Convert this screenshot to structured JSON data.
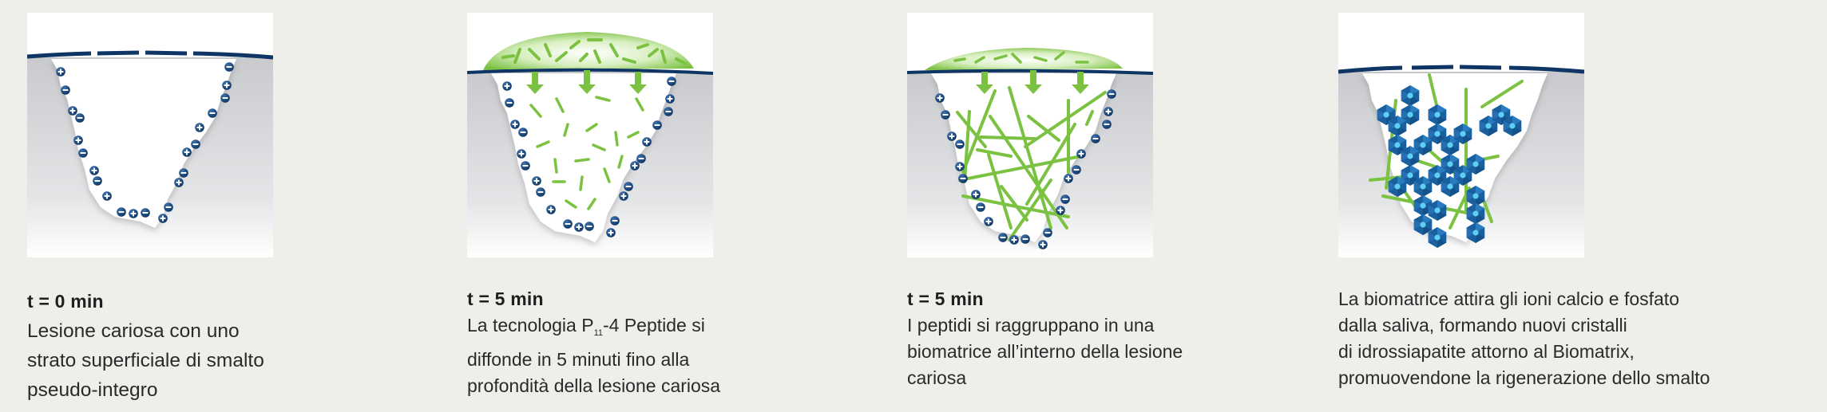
{
  "colors": {
    "background": "#efeeeb",
    "enamel_line": "#0e3564",
    "peptide_green": "#7cc242",
    "charge_navy": "#0d3a6e",
    "crystal_blue": "#1f6fb0",
    "crystal_center": "#5fd0f5"
  },
  "panels": [
    {
      "title": "t = 0 min",
      "body_lines": [
        "Lesione cariosa con uno",
        "strato superficiale di smalto",
        "pseudo-integro"
      ],
      "figure": "carious-lesion-with-charges"
    },
    {
      "title": "t = 5 min",
      "body_pre": "La tecnologia P",
      "body_sub": "11",
      "body_post": "-4 Peptide si",
      "body_lines": [
        "diffonde in 5 minuti fino alla",
        "profondità della lesione cariosa"
      ],
      "figure": "peptide-diffusion-into-lesion"
    },
    {
      "title": "t = 5 min",
      "body_lines": [
        "I peptidi si raggruppano in una",
        "biomatrice all’interno della lesione",
        "cariosa"
      ],
      "figure": "peptide-biomatrix-fibers"
    },
    {
      "title": "",
      "body_lines": [
        "La biomatrice attira gli ioni calcio e fosfato",
        "dalla saliva, formando nuovi cristalli",
        "di idrossiapatite attorno al Biomatrix,",
        "promuovendone la rigenerazione dello smalto"
      ],
      "figure": "hydroxyapatite-crystal-growth"
    }
  ]
}
